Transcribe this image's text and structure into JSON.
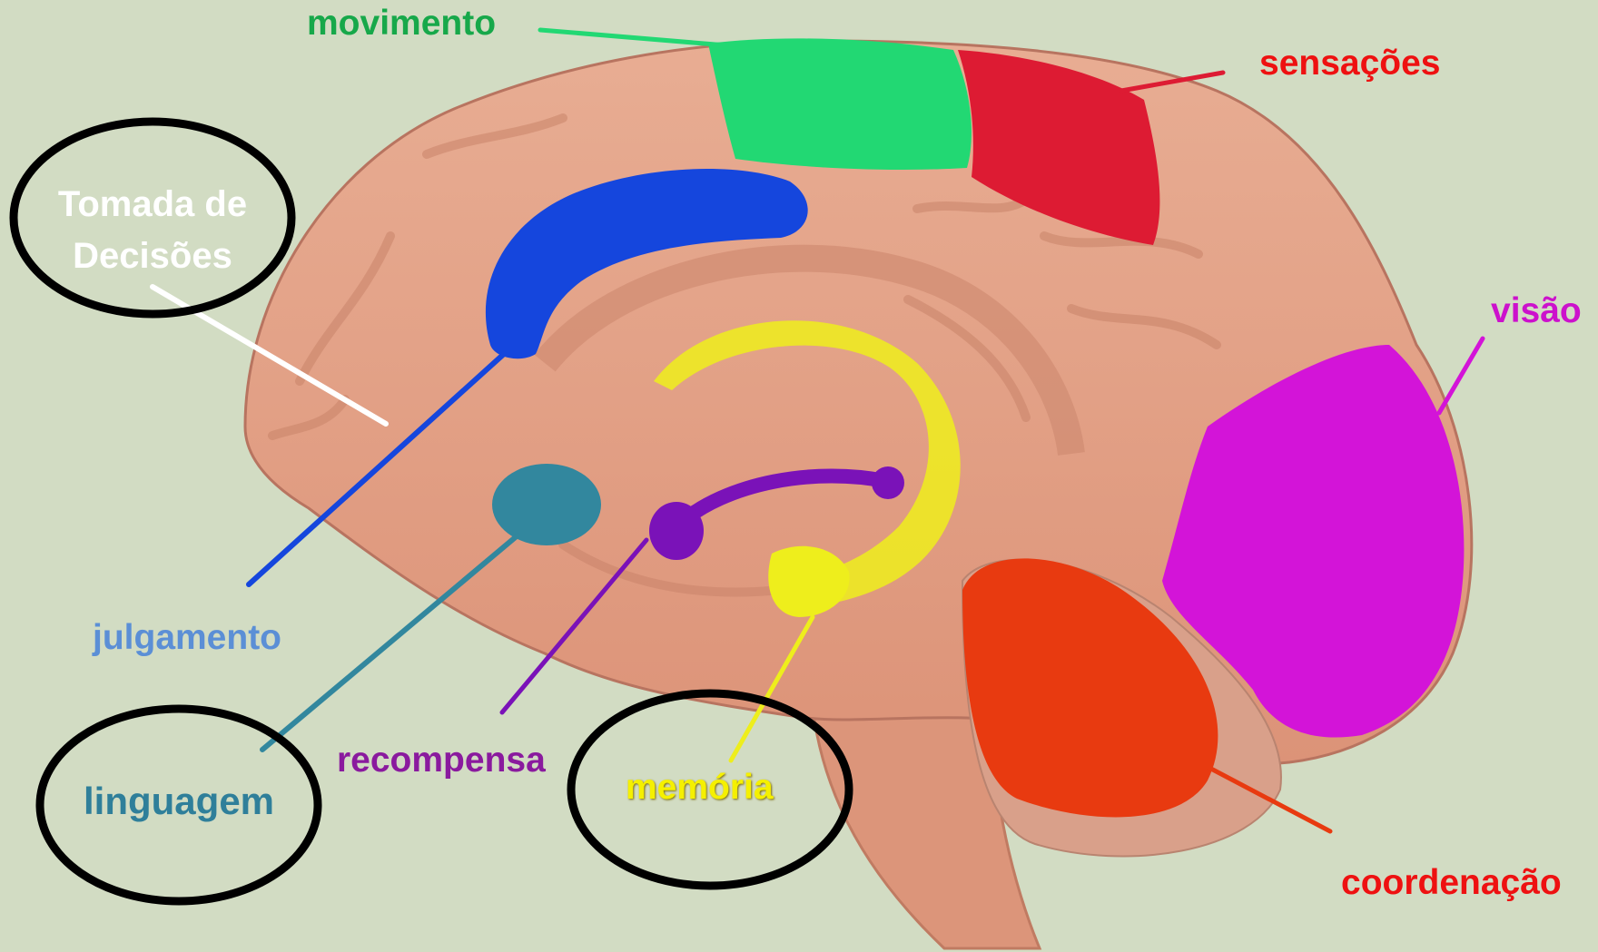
{
  "labels": {
    "movimento": {
      "text": "movimento",
      "color": "#17a84a"
    },
    "sensacoes": {
      "text": "sensações",
      "color": "#ee1111"
    },
    "visao": {
      "text": "visão",
      "color": "#cc11cc"
    },
    "coordenacao": {
      "text": "coordenação",
      "color": "#ee1111"
    },
    "julgamento": {
      "text": "julgamento",
      "color": "#5b8fd6"
    },
    "recompensa": {
      "text": "recompensa",
      "color": "#8a1a9e"
    },
    "memoria": {
      "text": "memória",
      "color": "#f5f000"
    },
    "linguagem": {
      "text": "linguagem",
      "color": "#2f7f9a"
    },
    "tomada_de_decisoes": {
      "text": "Tomada de Decisões",
      "color": "#ffffff"
    }
  },
  "colors": {
    "background": "#d2dcc3",
    "brain": "#e4a085",
    "brain_shadow": "#c47e66",
    "movement_region": "#22d873",
    "sensation_region": "#dd1b33",
    "vision_region": "#d314d8",
    "judgment_region": "#1546dd",
    "memory_region": "#eeee1c",
    "reward_region": "#7a12b8",
    "language_region": "#32879e",
    "coordination_region": "#e83a10",
    "highlight_ellipse": "#000000"
  }
}
